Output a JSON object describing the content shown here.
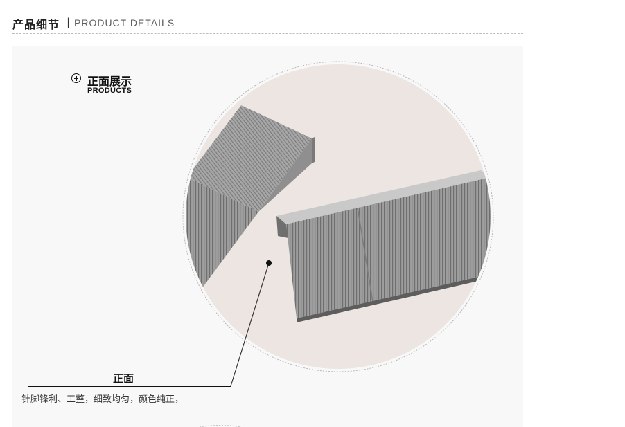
{
  "header": {
    "title_cn": "产品细节",
    "separator": "|",
    "title_en": "PRODUCT DETAILS"
  },
  "section": {
    "icon": "plus-circle-icon",
    "title_cn": "正面展示",
    "title_en": "PRODUCTS"
  },
  "callout": {
    "title": "正面",
    "description": "针脚锋利、工整，细致均匀，颜色纯正，"
  },
  "colors": {
    "circle_bg": "#ece5e1",
    "panel_bg": "#f8f8f8",
    "staple_metal": "#9a9a9a"
  }
}
